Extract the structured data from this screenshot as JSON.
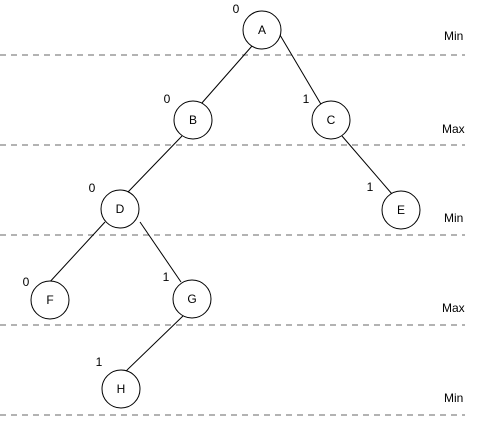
{
  "tree": {
    "nodes": [
      {
        "id": "A",
        "label": "A",
        "value": "0"
      },
      {
        "id": "B",
        "label": "B",
        "value": "0"
      },
      {
        "id": "C",
        "label": "C",
        "value": "1"
      },
      {
        "id": "D",
        "label": "D",
        "value": "0"
      },
      {
        "id": "E",
        "label": "E",
        "value": "1"
      },
      {
        "id": "F",
        "label": "F",
        "value": "0"
      },
      {
        "id": "G",
        "label": "G",
        "value": "1"
      },
      {
        "id": "H",
        "label": "H",
        "value": "1"
      }
    ],
    "edges": [
      [
        "A",
        "B"
      ],
      [
        "A",
        "C"
      ],
      [
        "B",
        "D"
      ],
      [
        "C",
        "E"
      ],
      [
        "D",
        "F"
      ],
      [
        "D",
        "G"
      ],
      [
        "G",
        "H"
      ]
    ]
  },
  "levels": [
    "Min",
    "Max",
    "Min",
    "Max",
    "Min"
  ],
  "colors": {
    "node_stroke": "#000000",
    "divider": "#b3b3b3"
  }
}
